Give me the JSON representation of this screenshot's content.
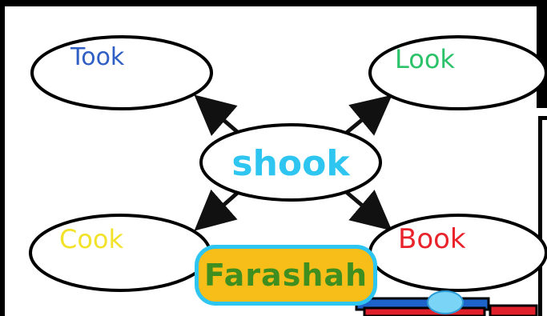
{
  "diagram": {
    "center": {
      "label": "shook",
      "color": "#2ec5f0"
    },
    "nodes": [
      {
        "id": "took",
        "label": "Took",
        "color": "#2f5ec4"
      },
      {
        "id": "look",
        "label": "Look",
        "color": "#2bc26a"
      },
      {
        "id": "cook",
        "label": "Cook",
        "color": "#f2e22a"
      },
      {
        "id": "book",
        "label": "Book",
        "color": "#e8232b"
      }
    ],
    "edges": [
      {
        "from": "shook",
        "to": "took"
      },
      {
        "from": "shook",
        "to": "look"
      },
      {
        "from": "shook",
        "to": "cook"
      },
      {
        "from": "shook",
        "to": "book"
      }
    ]
  },
  "watermark": {
    "text": "Farashah"
  },
  "colors": {
    "frame": "#000000",
    "banner_fill": "#f7be1a",
    "banner_border": "#2ec5f0",
    "banner_text": "#3e8f1f",
    "cap_blue": "#1e63c9",
    "red_block": "#e0202a"
  }
}
